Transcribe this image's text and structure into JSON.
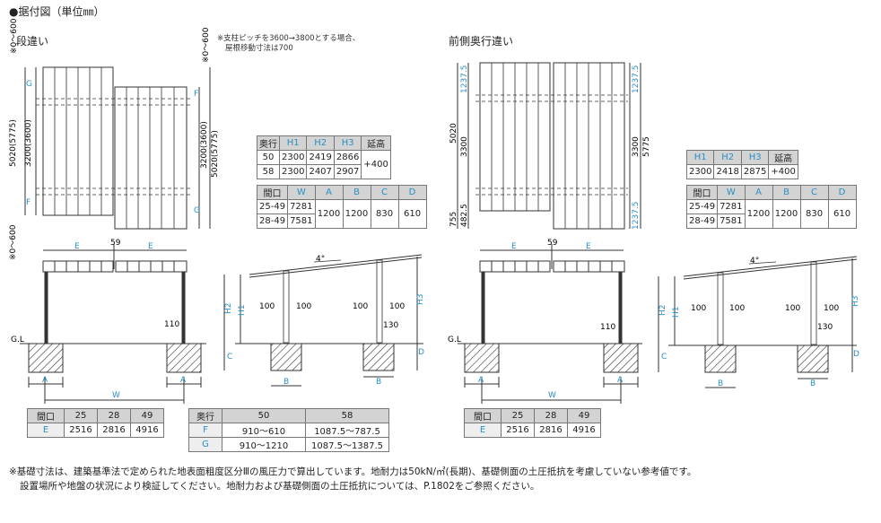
{
  "title": "●据付図（単位㎜）",
  "left_label": "段違い",
  "right_label": "前側奥行違い",
  "pitch_note_1": "※支柱ピッチを3600→3800とする場合、",
  "pitch_note_2": "屋根移動寸法は700",
  "dims": {
    "range_top": "※0〜600",
    "range_bottom": "※0〜600",
    "d5020_5775": "5020(5775)",
    "d3200_3600": "3200(3600)",
    "d3200_3600_r": "3200(3600)",
    "d5020_5775_r": "5020(5775)",
    "G": "G",
    "F": "F",
    "E": "E",
    "d59": "59",
    "d110": "110",
    "GL": "G.L",
    "A": "A",
    "W": "W",
    "B": "B",
    "C": "C",
    "D": "D",
    "H1": "H1",
    "H2": "H2",
    "H3": "H3",
    "d100": "100",
    "d130": "130",
    "deg4": "4°",
    "r1237_5": "1237.5",
    "r5020": "5020",
    "r3300": "3300",
    "r755": "755",
    "r482_5": "482.5",
    "r5775": "5775"
  },
  "table_h": {
    "headers": [
      "奥行",
      "H1",
      "H2",
      "H3",
      "延高"
    ],
    "rows": [
      [
        "50",
        "2300",
        "2419",
        "2866"
      ],
      [
        "58",
        "2300",
        "2407",
        "2907"
      ]
    ],
    "ext": "+400"
  },
  "table_w": {
    "headers": [
      "間口",
      "W",
      "A",
      "B",
      "C",
      "D"
    ],
    "rows": [
      [
        "25-49",
        "7281"
      ],
      [
        "28-49",
        "7581"
      ]
    ],
    "shared": [
      "1200",
      "1200",
      "830",
      "610"
    ]
  },
  "table_h_right": {
    "headers": [
      "H1",
      "H2",
      "H3",
      "延高"
    ],
    "row": [
      "2300",
      "2418",
      "2875",
      "+400"
    ]
  },
  "table_w_right": {
    "headers": [
      "間口",
      "W",
      "A",
      "B",
      "C",
      "D"
    ],
    "rows": [
      [
        "25-49",
        "7281"
      ],
      [
        "28-49",
        "7581"
      ]
    ],
    "shared": [
      "1200",
      "1200",
      "830",
      "610"
    ]
  },
  "table_e": {
    "headers": [
      "間口",
      "25",
      "28",
      "49"
    ],
    "label": "E",
    "values": [
      "2516",
      "2816",
      "4916"
    ]
  },
  "table_fg": {
    "headers": [
      "奥行",
      "50",
      "58"
    ],
    "rows": [
      [
        "F",
        "910〜610",
        "1087.5〜787.5"
      ],
      [
        "G",
        "910〜1210",
        "1087.5〜1387.5"
      ]
    ]
  },
  "table_e_right": {
    "headers": [
      "間口",
      "25",
      "28",
      "49"
    ],
    "label": "E",
    "values": [
      "2516",
      "2816",
      "4916"
    ]
  },
  "footnote_1": "※基礎寸法は、建築基準法で定められた地表面粗度区分Ⅲの風圧力で算出しています。地耐力は50kN/㎡(長期)、基礎側面の土圧抵抗を考慮していない参考値です。",
  "footnote_2": "設置場所や地盤の状況により検証してください。地耐力および基礎側面の土圧抵抗については、P.1802をご参照ください。",
  "colors": {
    "accent": "#2a8fc4",
    "header_bg": "#d3d3d3"
  }
}
